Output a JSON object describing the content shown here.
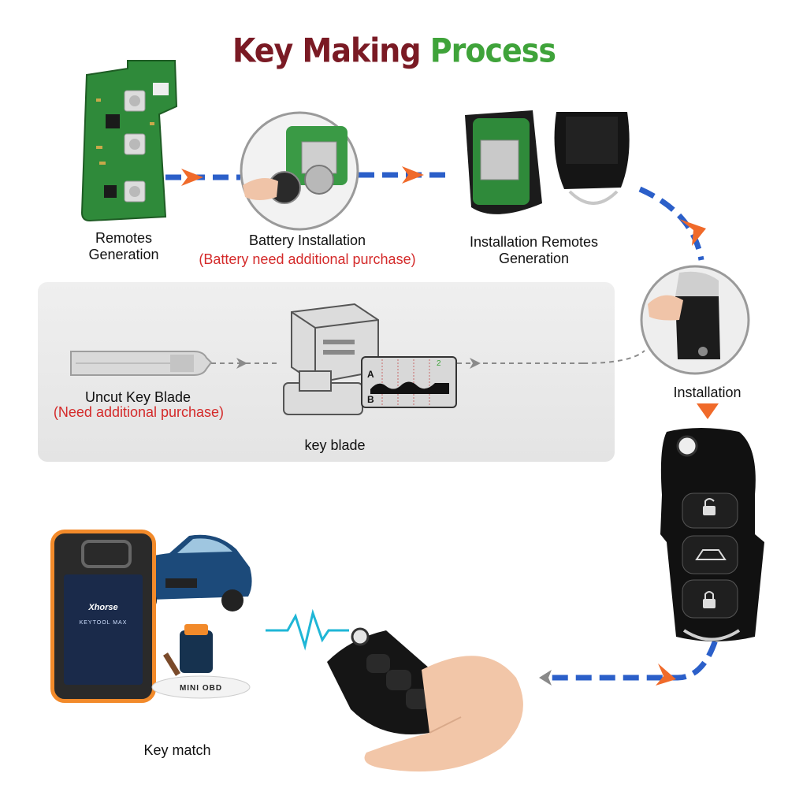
{
  "title": {
    "word1": "Key Making",
    "word2": "Process"
  },
  "steps": {
    "remotes_generation": {
      "line1": "Remotes",
      "line2": "Generation"
    },
    "battery_installation": {
      "label": "Battery Installation",
      "note": "(Battery need additional purchase)"
    },
    "installation_remotes": {
      "line1": "Installation Remotes",
      "line2": "Generation"
    },
    "installation": {
      "label": "Installation"
    },
    "uncut_key_blade": {
      "label": "Uncut Key  Blade",
      "note": "(Need additional purchase)"
    },
    "key_blade": {
      "label": "key blade"
    },
    "key_match": {
      "label": "Key match"
    }
  },
  "device": {
    "brand": "Xhorse",
    "model": "KEYTOOL MAX",
    "adapter_label": "MINI OBD"
  },
  "cutting_window": {
    "label_a": "A",
    "label_b": "B",
    "tick_label": "2"
  },
  "colors": {
    "title_dark": "#7a1a24",
    "title_green": "#3fa33a",
    "flow_blue": "#2b5fc9",
    "arrow_orange": "#f06a2a",
    "note_red": "#d42a2a",
    "signal_cyan": "#1fb6d6"
  },
  "icons": [
    "unlock-icon",
    "trunk-icon",
    "lock-icon"
  ]
}
